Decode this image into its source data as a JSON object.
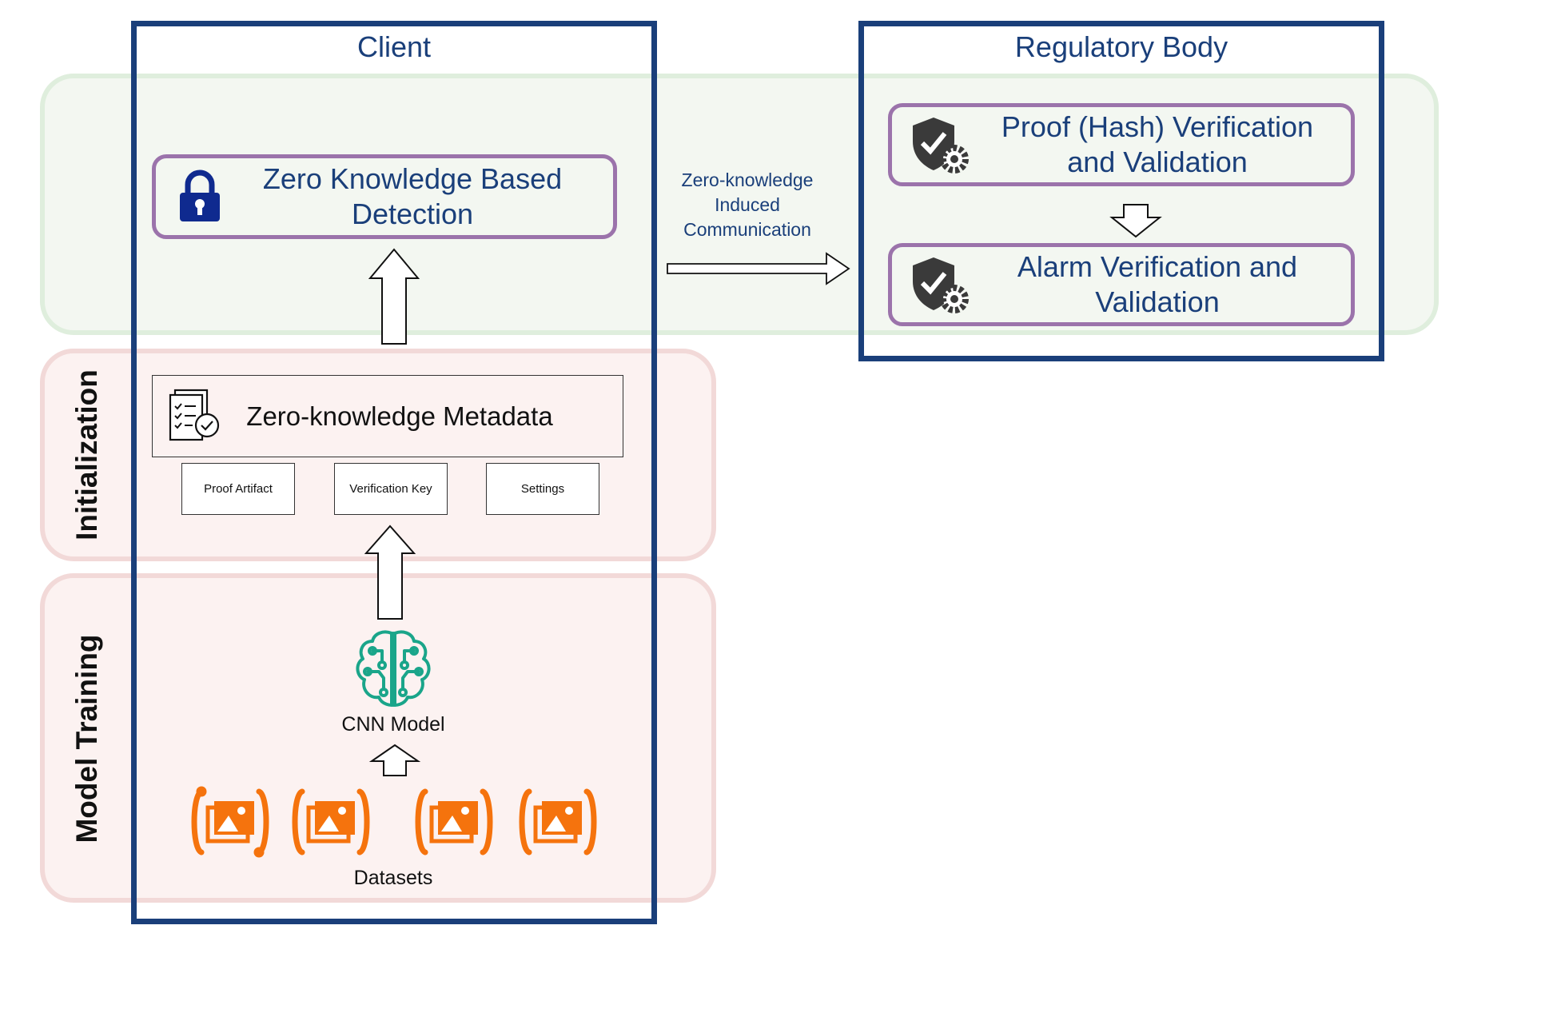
{
  "bands": {
    "initialization": "Initialization",
    "model_training": "Model Training"
  },
  "client": {
    "title": "Client",
    "detection_box": "Zero Knowledge Based Detection",
    "metadata_box": "Zero-knowledge Metadata",
    "artifacts": [
      "Proof Artifact",
      "Verification Key",
      "Settings"
    ],
    "model_label": "CNN Model",
    "datasets_label": "Datasets"
  },
  "communication_label": "Zero-knowledge Induced Communication",
  "regulator": {
    "title": "Regulatory Body",
    "steps": [
      "Proof (Hash) Verification and Validation",
      "Alarm Verification and Validation"
    ]
  },
  "colors": {
    "frame": "#1a3f7a",
    "purple_border": "#9b73ab",
    "green_band": "#f3f7f1",
    "pink_band": "#fcf2f1",
    "lock": "#0f2a8f",
    "cnn_icon": "#1aa58a",
    "dataset_icon": "#f5730d",
    "shield": "#3a3a3a"
  },
  "icons": {
    "detection": "lock-icon",
    "metadata": "checklist-document-icon",
    "model": "brain-circuit-icon",
    "dataset": "image-dataset-icon",
    "verification": "shield-gear-icon"
  }
}
